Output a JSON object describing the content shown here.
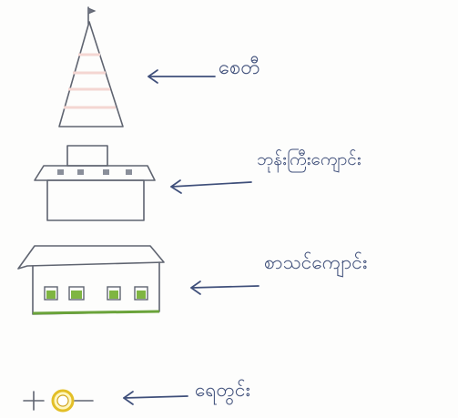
{
  "legend": {
    "items": [
      {
        "symbol": "pagoda-symbol",
        "label": "စေတီ",
        "color": "#d9534a"
      },
      {
        "symbol": "monastery-symbol",
        "label": "ဘုန်းကြီးကျောင်း",
        "color": "#f2e64a"
      },
      {
        "symbol": "school-building-symbol",
        "label": "စာသင်ကျောင်း",
        "color": "#7fb542"
      },
      {
        "symbol": "well-symbol",
        "label": "ရေတွင်း",
        "color": "#f0d33c"
      }
    ]
  }
}
